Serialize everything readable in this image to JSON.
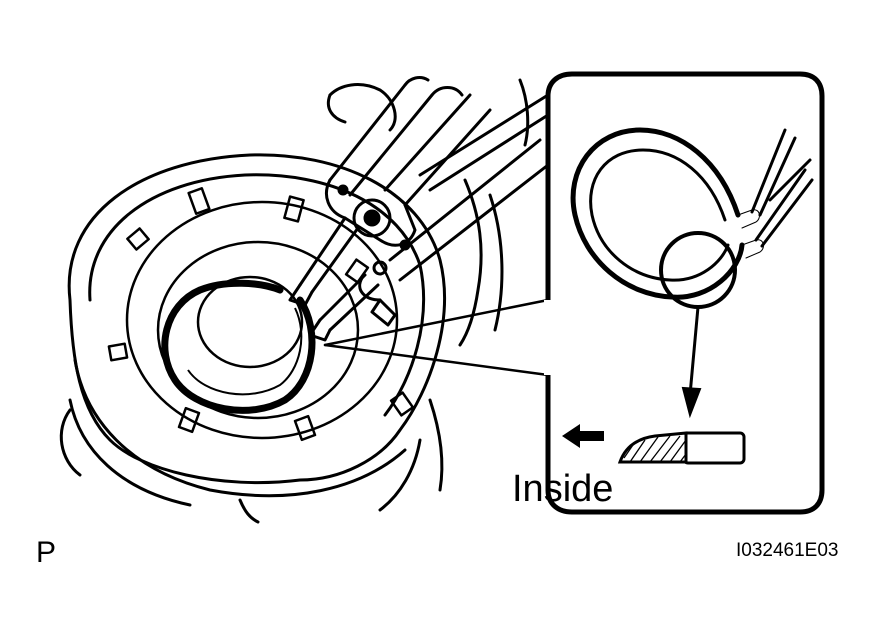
{
  "labels": {
    "inside": "Inside",
    "section_letter": "P",
    "figure_code": "I032461E03"
  },
  "icons": {
    "arrow": "left-arrow-icon",
    "tool": "snap-ring-pliers-icon"
  },
  "colors": {
    "ink": "#000000",
    "paper": "#ffffff"
  }
}
